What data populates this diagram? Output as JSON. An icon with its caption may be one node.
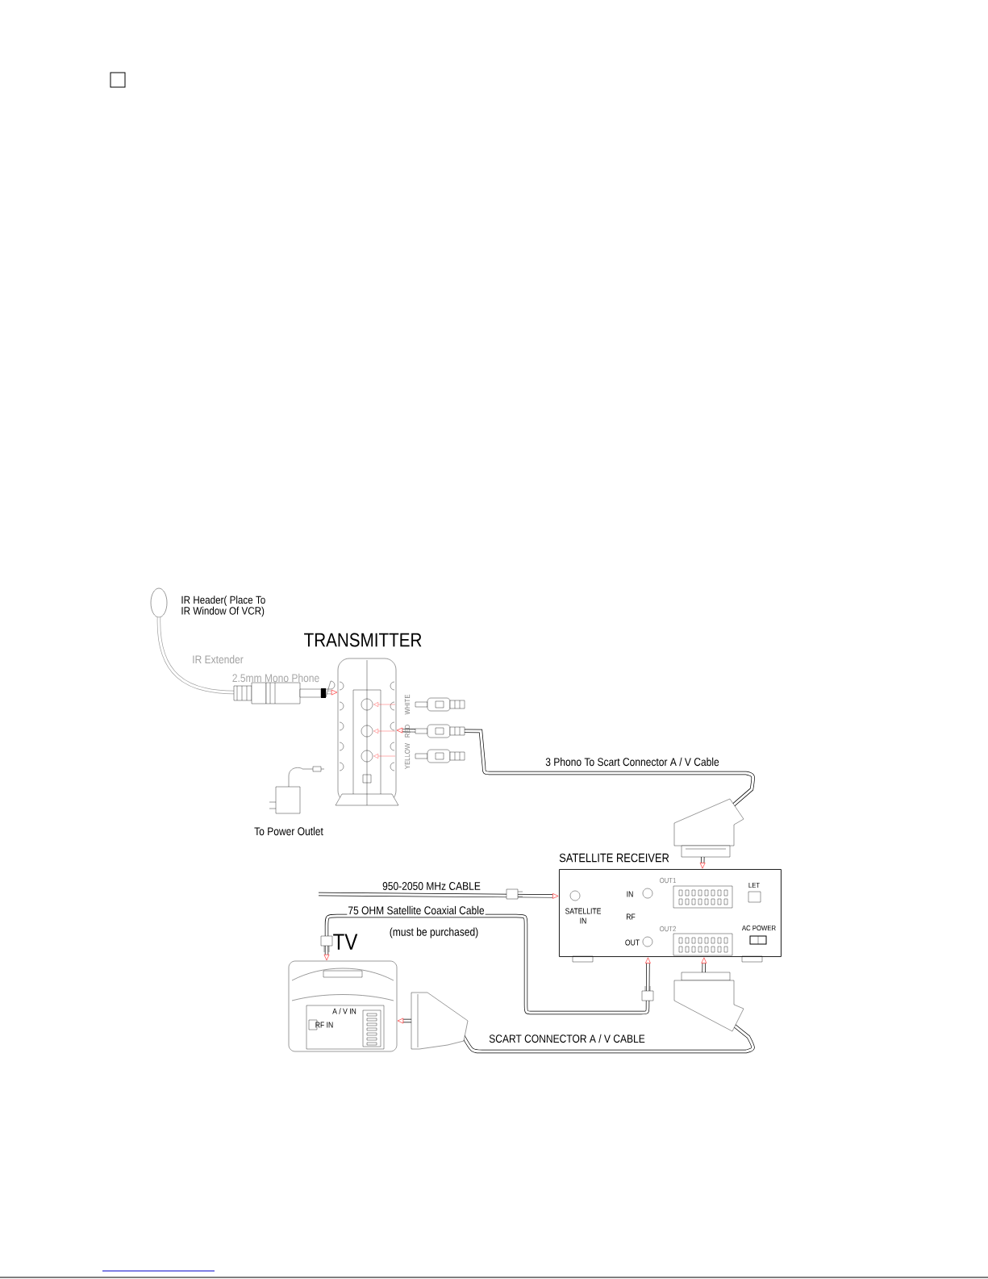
{
  "diagram": {
    "nodes": [
      {
        "text": [
          "IR Header( Place To IR Window Of VCR)"
        ]
      },
      {
        "text": [
          "TRANSMITTER"
        ]
      },
      {
        "text": [
          "To Power Outlet"
        ]
      },
      {
        "text": [
          "SATELLITE RECEIVER",
          "OUT1",
          "LET",
          "IN",
          "SATELLITE IN",
          "RF",
          "OUT2",
          "AC POWER",
          "OUT"
        ]
      },
      {
        "text": [
          "TV",
          "A / V IN",
          "RF IN"
        ]
      }
    ],
    "edges": [
      {
        "from": 0,
        "to": 1,
        "arrow": "to",
        "label": "IR Extender",
        "color": "#a0a0a0"
      },
      {
        "from": 1,
        "to": 3,
        "arrow": "both",
        "label": "3 Phono To Scart Connector A / V Cable"
      },
      {
        "from": null,
        "to": 3,
        "arrow": "to",
        "label": "950-2050 MHz CABLE"
      },
      {
        "from": 3,
        "to": 4,
        "arrow": "both",
        "label": "75 OHM Satellite Coaxial Cable"
      },
      {
        "from": 3,
        "to": 4,
        "arrow": "both",
        "label": "SCART CONNECTOR A / V CABLE"
      }
    ],
    "labels": [
      "2.5mm Mono Phone",
      "WHITE",
      "RED",
      "YELLOW",
      "(must be purchased)"
    ]
  }
}
